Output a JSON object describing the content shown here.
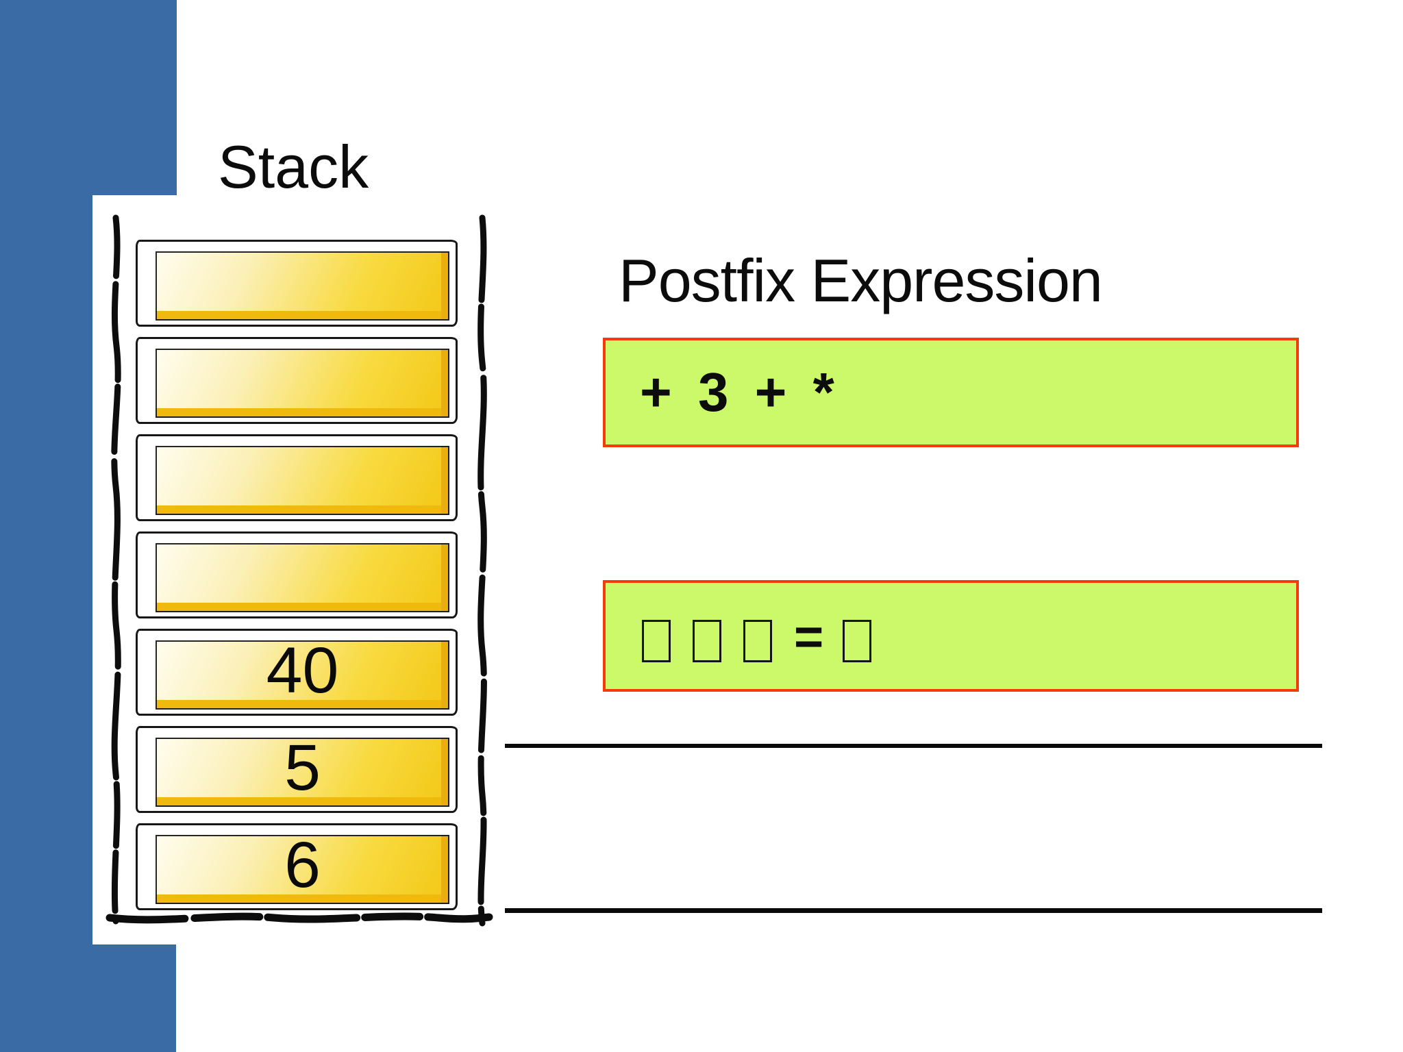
{
  "titles": {
    "stack": "Stack",
    "postfix": "Postfix Expression"
  },
  "stack": {
    "cells": [
      "",
      "",
      "",
      "",
      "40",
      "5",
      "6"
    ]
  },
  "expression_box": {
    "text": "+ 3 + *"
  },
  "result_line": {
    "tokens": [
      "□",
      "□",
      "□",
      "=",
      "□"
    ]
  },
  "colors": {
    "sidebar_blue": "#3b6ba5",
    "box_green": "#ccf96a",
    "box_border_red": "#f63b0b",
    "gold_dark": "#f3c715",
    "gold_bevel": "#e9af0e",
    "gold_light": "#fffdf0",
    "line_black": "#0a0a0a"
  }
}
